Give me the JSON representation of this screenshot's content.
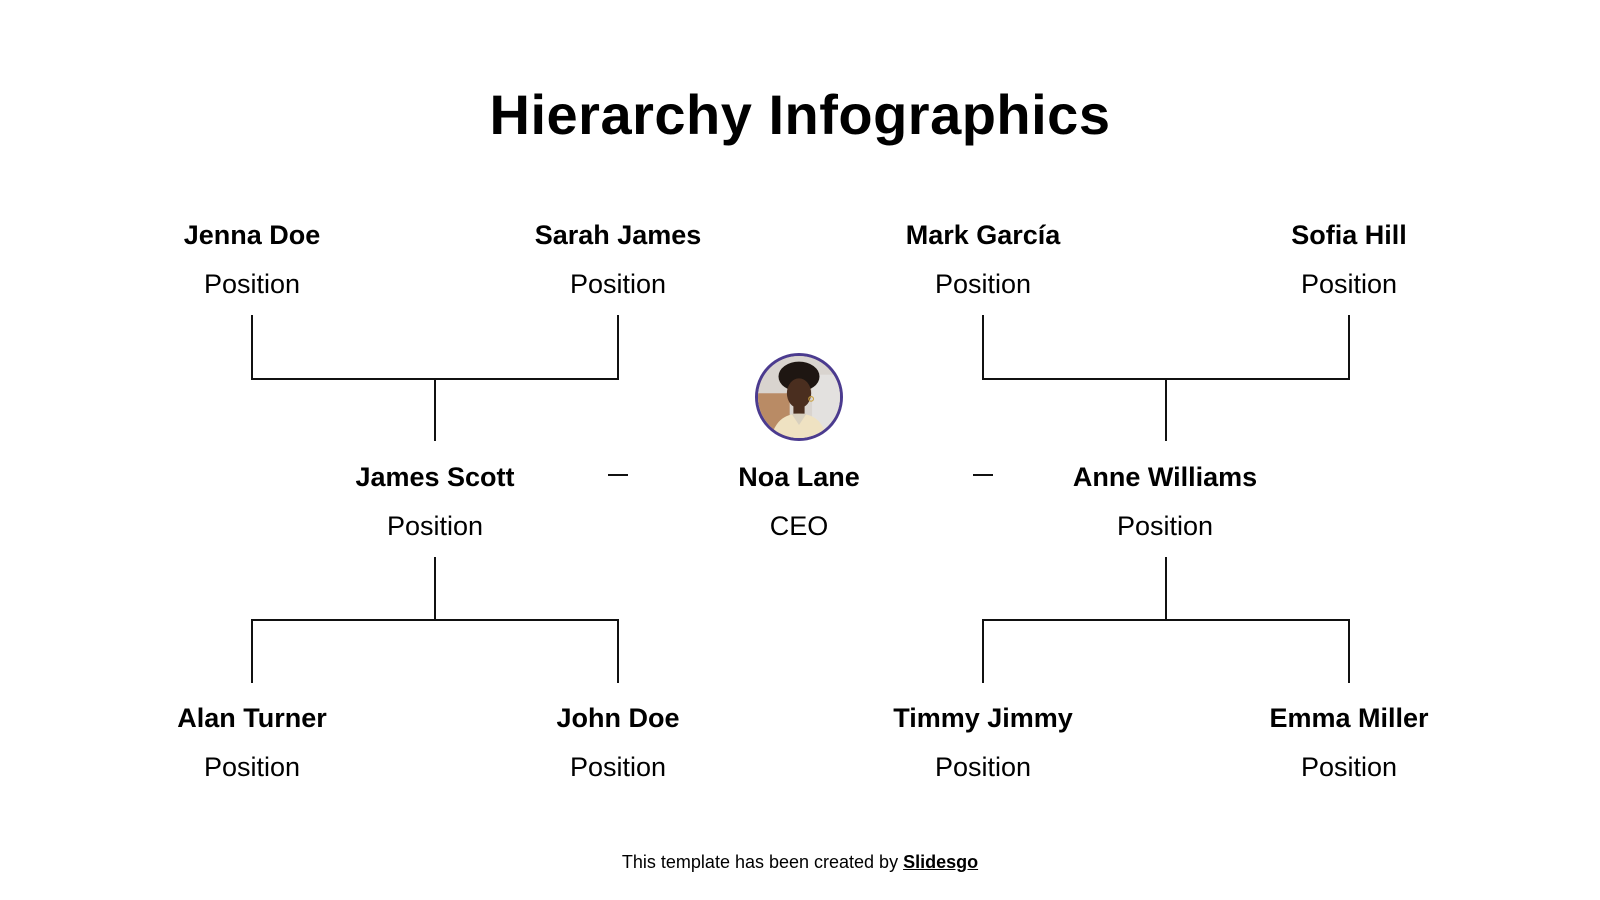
{
  "title": "Hierarchy Infographics",
  "ceo": {
    "name": "Noa Lane",
    "role": "CEO",
    "avatar": "person-photo-avatar",
    "avatar_border_color": "#4b3b8f"
  },
  "managers": {
    "left": {
      "name": "James Scott",
      "role": "Position"
    },
    "right": {
      "name": "Anne Williams",
      "role": "Position"
    }
  },
  "top_row": [
    {
      "name": "Jenna Doe",
      "role": "Position"
    },
    {
      "name": "Sarah James",
      "role": "Position"
    },
    {
      "name": "Mark García",
      "role": "Position"
    },
    {
      "name": "Sofia Hill",
      "role": "Position"
    }
  ],
  "bottom_row": [
    {
      "name": "Alan Turner",
      "role": "Position"
    },
    {
      "name": "John Doe",
      "role": "Position"
    },
    {
      "name": "Timmy Jimmy",
      "role": "Position"
    },
    {
      "name": "Emma Miller",
      "role": "Position"
    }
  ],
  "footer": {
    "text": "This template has been created by ",
    "link": "Slidesgo"
  },
  "colors": {
    "text": "#000000",
    "lines": "#111111",
    "background": "#ffffff",
    "avatar_border": "#4b3b8f"
  }
}
